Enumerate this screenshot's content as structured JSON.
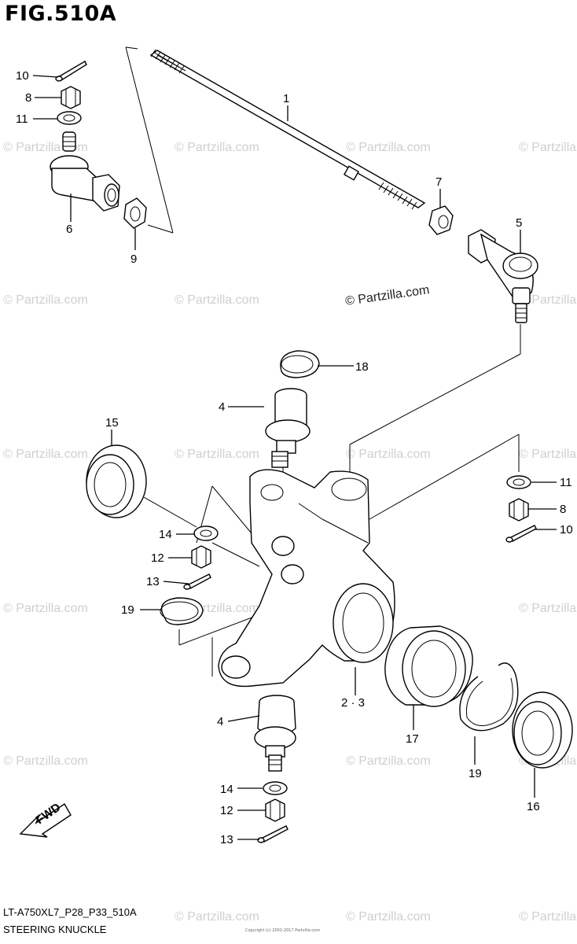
{
  "figure": {
    "title": "FIG.510A",
    "model_code": "LT-A750XL7_P28_P33_510A",
    "section_name": "STEERING KNUCKLE",
    "copyright_note": "Copyright (c) 2002-2017 Partzilla.com"
  },
  "watermark": {
    "text": "© Partzilla.com"
  },
  "fwd_label": "FWD",
  "callouts": [
    {
      "id": "c1",
      "text": "1"
    },
    {
      "id": "c10a",
      "text": "10"
    },
    {
      "id": "c8a",
      "text": "8"
    },
    {
      "id": "c11a",
      "text": "11"
    },
    {
      "id": "c6",
      "text": "6"
    },
    {
      "id": "c9",
      "text": "9"
    },
    {
      "id": "c7",
      "text": "7"
    },
    {
      "id": "c5",
      "text": "5"
    },
    {
      "id": "c18",
      "text": "18"
    },
    {
      "id": "c4a",
      "text": "4"
    },
    {
      "id": "c15",
      "text": "15"
    },
    {
      "id": "c11b",
      "text": "11"
    },
    {
      "id": "c8b",
      "text": "8"
    },
    {
      "id": "c10b",
      "text": "10"
    },
    {
      "id": "c14a",
      "text": "14"
    },
    {
      "id": "c12a",
      "text": "12"
    },
    {
      "id": "c13a",
      "text": "13"
    },
    {
      "id": "c19a",
      "text": "19"
    },
    {
      "id": "c23",
      "text": "2 · 3"
    },
    {
      "id": "c17",
      "text": "17"
    },
    {
      "id": "c4b",
      "text": "4"
    },
    {
      "id": "c19b",
      "text": "19"
    },
    {
      "id": "c16",
      "text": "16"
    },
    {
      "id": "c14b",
      "text": "14"
    },
    {
      "id": "c12b",
      "text": "12"
    },
    {
      "id": "c13b",
      "text": "13"
    }
  ]
}
